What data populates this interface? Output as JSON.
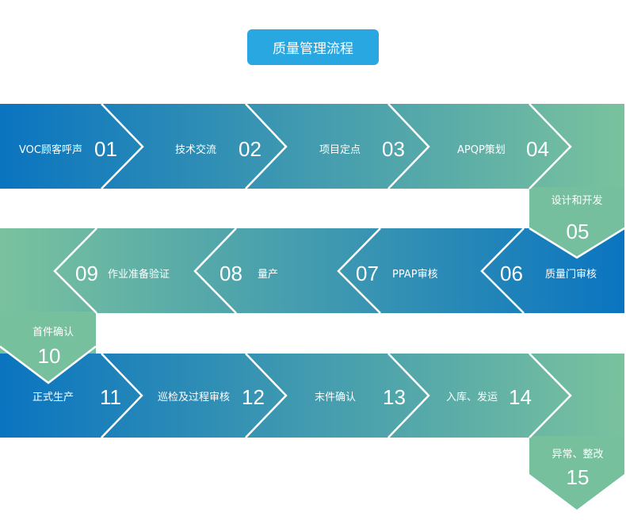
{
  "title": "质量管理流程",
  "colors": {
    "blue": "#0a74c0",
    "green": "#7ac29e",
    "title_bg": "#29a7e1"
  },
  "steps": [
    {
      "num": "01",
      "label": "VOC顾客呼声"
    },
    {
      "num": "02",
      "label": "技术交流"
    },
    {
      "num": "03",
      "label": "项目定点"
    },
    {
      "num": "04",
      "label": "APQP策划"
    },
    {
      "num": "05",
      "label": "设计和开发"
    },
    {
      "num": "06",
      "label": "质量门审核"
    },
    {
      "num": "07",
      "label": "PPAP审核"
    },
    {
      "num": "08",
      "label": "量产"
    },
    {
      "num": "09",
      "label": "作业准备验证"
    },
    {
      "num": "10",
      "label": "首件确认"
    },
    {
      "num": "11",
      "label": "正式生产"
    },
    {
      "num": "12",
      "label": "巡检及过程审核"
    },
    {
      "num": "13",
      "label": "末件确认"
    },
    {
      "num": "14",
      "label": "入库、发运"
    },
    {
      "num": "15",
      "label": "异常、整改"
    }
  ]
}
